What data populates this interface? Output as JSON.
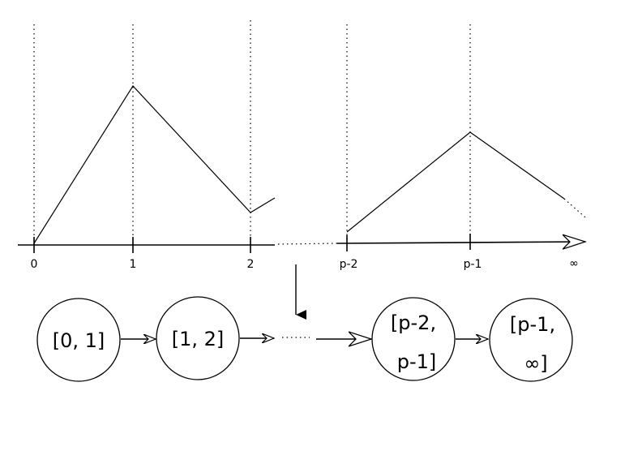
{
  "axis_labels": [
    "0",
    "1",
    "2",
    "p-2",
    "p-1",
    "∞"
  ],
  "nodes": [
    {
      "line1": "[0, 1]",
      "line2": ""
    },
    {
      "line1": "[1, 2]",
      "line2": ""
    },
    {
      "line1": "[p-2,",
      "line2": "p-1]"
    },
    {
      "line1": "[p-1,",
      "line2": "∞]"
    }
  ]
}
